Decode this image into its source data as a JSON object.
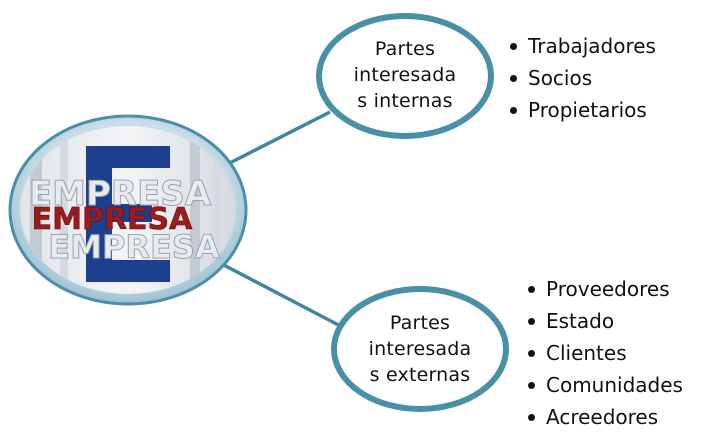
{
  "center": {
    "logo_words": [
      "EMPRESA",
      "EMPRESA",
      "EMPRESA"
    ]
  },
  "nodes": [
    {
      "label_lines": [
        "Partes",
        "interesada",
        "s internas"
      ],
      "items": [
        "Trabajadores",
        "Socios",
        "Propietarios"
      ]
    },
    {
      "label_lines": [
        "Partes",
        "interesada",
        "s externas"
      ],
      "items": [
        "Proveedores",
        "Estado",
        "Clientes",
        "Comunidades",
        "Acreedores"
      ]
    }
  ],
  "colors": {
    "ring": "#4a8fa8",
    "connector": "#3f86a2",
    "logo_red": "#9b1c1c",
    "logo_blue": "#1d3f8f",
    "logo_grey": "#e9ecef"
  }
}
